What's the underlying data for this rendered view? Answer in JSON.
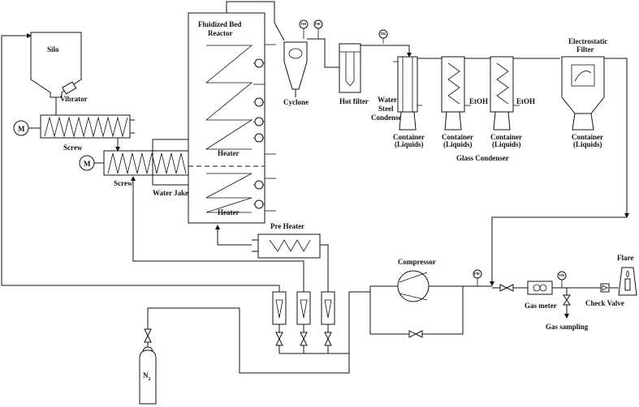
{
  "labels": {
    "silo": "Silo",
    "vibrator": "Vibrator",
    "motor1": "M",
    "screw1": "Screw",
    "motor2": "M",
    "screw2": "Screw",
    "water_jacket": "Water Jaket",
    "reactor_line1": "Fluidized Bed",
    "reactor_line2": "Reactor",
    "heater_upper": "Heater",
    "heater_lower": "Heater",
    "pre_heater": "Pre Heater",
    "cyclone": "Cyclone",
    "hot_filter": "Hot filter",
    "water": "Water",
    "steel_condenser_line1": "Steel",
    "steel_condenser_line2": "Condenser",
    "etoh1": "EtOH",
    "etoh2": "EtOH",
    "glass_condenser": "Glass Condenser",
    "electrostatic_line1": "Electrostatic",
    "electrostatic_line2": "Filter",
    "container_line1": "Container",
    "container_line2": "(Liquids)",
    "compressor": "Compressor",
    "gas_meter": "Gas meter",
    "gas_sampling": "Gas sampling",
    "check_valve": "Check Valve",
    "flare": "Flare",
    "n2_main": "N",
    "n2_sub": "2",
    "gauge_tag": "TIR",
    "pressure_tag": "PIR"
  }
}
